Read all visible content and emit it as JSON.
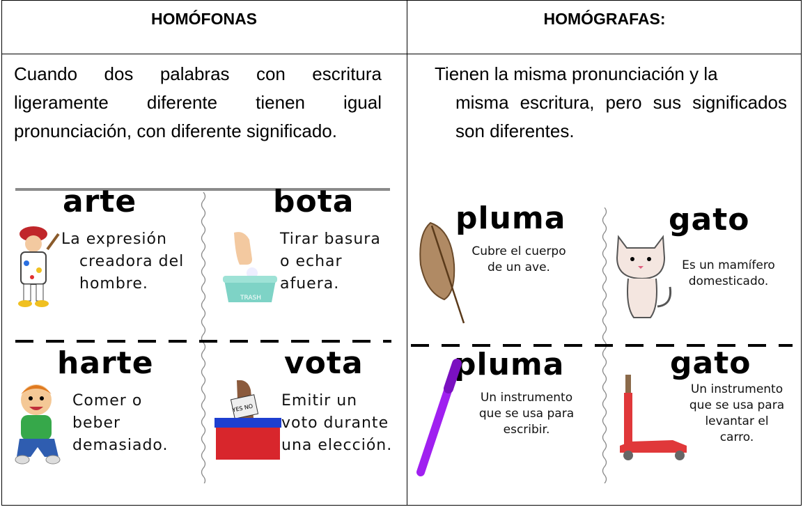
{
  "headers": {
    "homofonas": "HOMÓFONAS",
    "homografas": "HOMÓGRAFAS:"
  },
  "definitions": {
    "homofonas": "Cuando dos palabras con escritura ligeramente diferente tienen igual pronunciación, con diferente significado.",
    "homografas_line1": "Tienen la misma pronunciación y la",
    "homografas_rest": "misma escritura, pero sus significados son diferentes."
  },
  "homofonas_cards": [
    {
      "word": "arte",
      "meaning": [
        "La expresión",
        "creadora del",
        "hombre."
      ],
      "icon": "painter-icon"
    },
    {
      "word": "bota",
      "meaning": [
        "Tirar basura",
        "o echar",
        "afuera."
      ],
      "icon": "trash-can-icon",
      "icon_text": "TRASH"
    },
    {
      "word": "harte",
      "meaning": [
        "Comer o",
        "beber",
        "demasiado."
      ],
      "icon": "child-eating-icon"
    },
    {
      "word": "vota",
      "meaning": [
        "Emitir un",
        "voto durante",
        "una elección."
      ],
      "icon": "ballot-box-icon",
      "icon_text": "YES NO"
    }
  ],
  "homografas_cards": [
    {
      "word": "pluma",
      "meaning": [
        "Cubre el cuerpo",
        "de un ave."
      ],
      "icon": "feather-icon"
    },
    {
      "word": "gato",
      "meaning": [
        "Es un mamífero",
        "domesticado."
      ],
      "icon": "cat-icon"
    },
    {
      "word": "pluma",
      "meaning": [
        "Un instrumento",
        "que se usa para",
        "escribir."
      ],
      "icon": "pen-icon"
    },
    {
      "word": "gato",
      "meaning": [
        "Un instrumento",
        "que se usa para",
        "levantar el",
        "carro."
      ],
      "icon": "car-jack-icon"
    }
  ],
  "colors": {
    "pen": "#a020f0",
    "jack": "#e0383a",
    "ballot_lid": "#1e3fd0",
    "ballot_box": "#d8262c"
  }
}
